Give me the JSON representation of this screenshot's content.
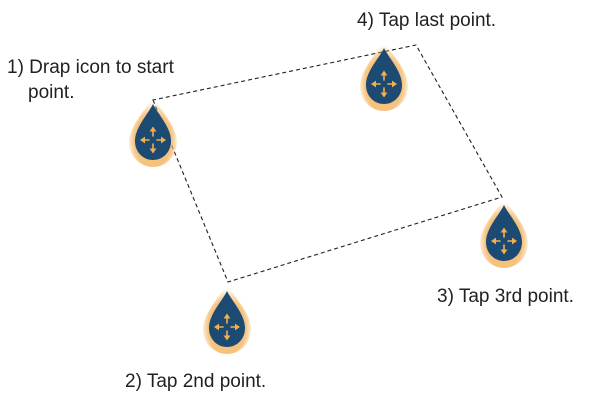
{
  "labels": {
    "step1_line1": "1) Drap icon to start",
    "step1_line2": "point.",
    "step2": "2) Tap 2nd point.",
    "step3": "3) Tap 3rd point.",
    "step4": "4) Tap last point."
  },
  "icons": {
    "pin": "move-pin-icon"
  },
  "colors": {
    "pin_fill": "#1c4a72",
    "pin_glow": "#f3b25c",
    "pin_arrows": "#f2b04f",
    "outline": "#231f20",
    "text": "#231f20"
  }
}
